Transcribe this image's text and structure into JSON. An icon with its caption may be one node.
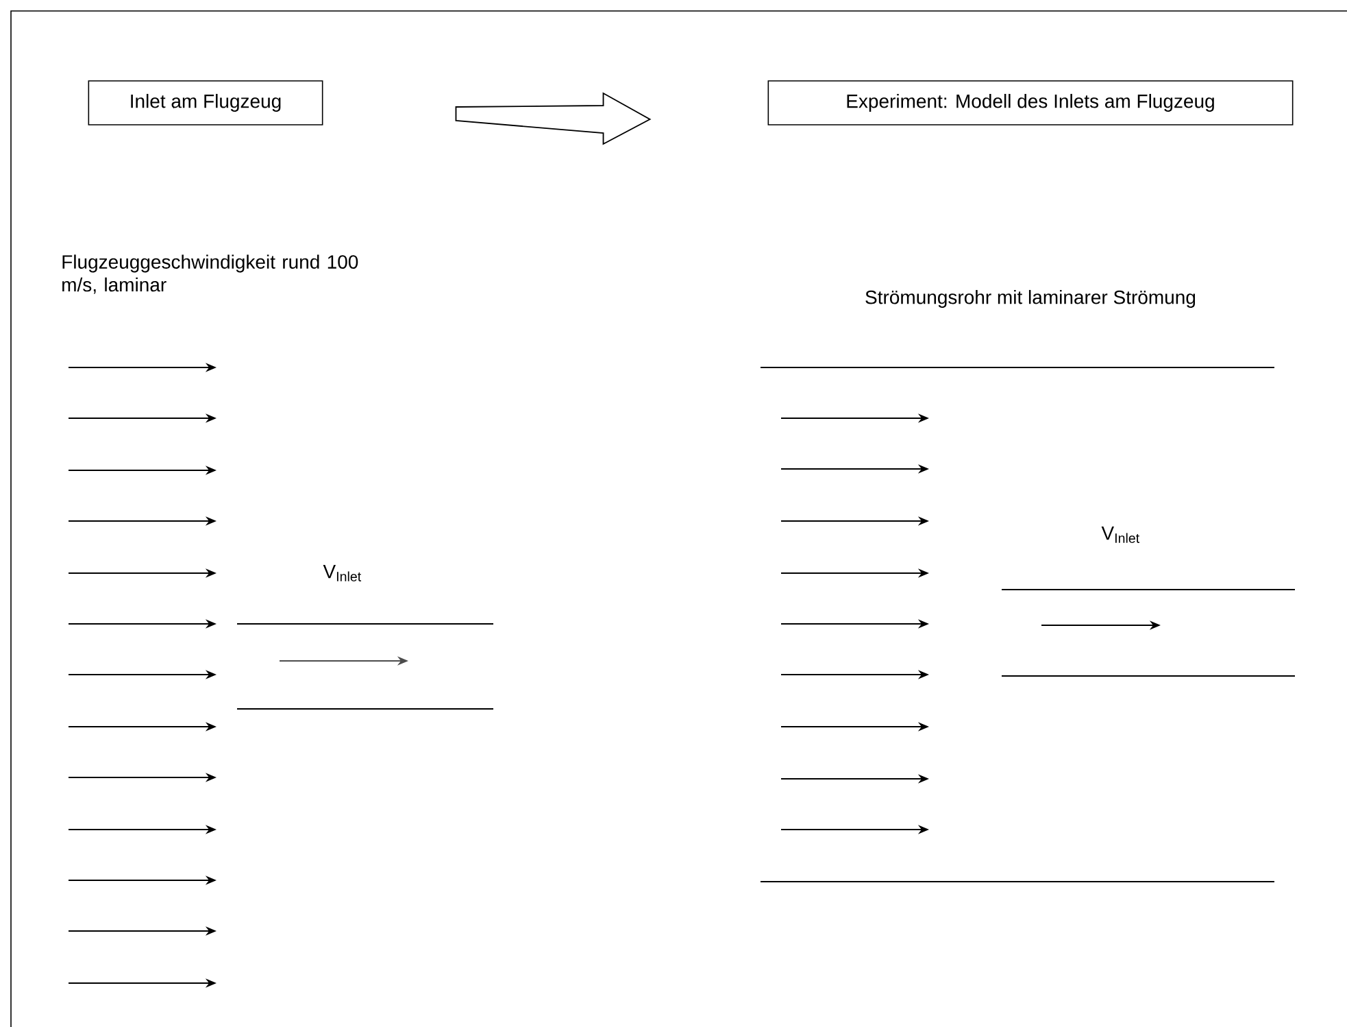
{
  "diagram": {
    "nodes": [
      {
        "text": [
          "Inlet am Flugzeug"
        ]
      },
      {
        "text": [
          "Experiment: Modell des Inlets am Flugzeug"
        ]
      }
    ],
    "edges": [
      {
        "from": 0,
        "to": 1,
        "arrow": "to"
      }
    ],
    "labels": [
      "Flugzeuggeschwindigkeit rund 100 m/s, laminar",
      "V$_{Inlet}$",
      "Strömungsrohr mit laminarer Strömung",
      "V$_{Inlet}$"
    ]
  }
}
